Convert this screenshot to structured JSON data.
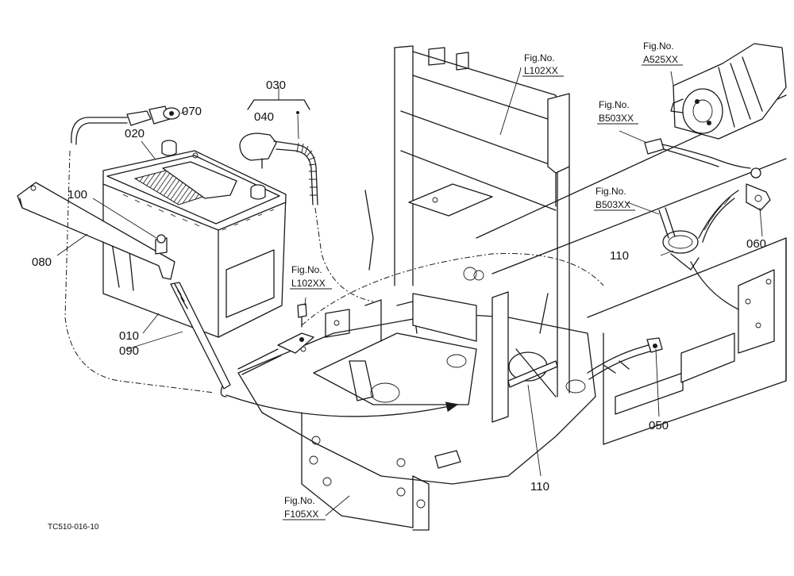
{
  "part_labels": {
    "p010": "010",
    "p020": "020",
    "p030": "030",
    "p040": "040",
    "p050": "050",
    "p060": "060",
    "p070": "070",
    "p080": "080",
    "p090": "090",
    "p100": "100",
    "p110a": "110",
    "p110b": "110"
  },
  "figure_refs": {
    "l102_top": {
      "line1": "Fig.No.",
      "line2": "L102XX"
    },
    "l102_mid": {
      "line1": "Fig.No.",
      "line2": "L102XX"
    },
    "a525": {
      "line1": "Fig.No.",
      "line2": "A525XX"
    },
    "b503_top": {
      "line1": "Fig.No.",
      "line2": "B503XX"
    },
    "b503_mid": {
      "line1": "Fig.No.",
      "line2": "B503XX"
    },
    "f105": {
      "line1": "Fig.No.",
      "line2": "F105XX"
    }
  },
  "drawing_code": "TC510-016-10",
  "colors": {
    "line": "#1a1a1a",
    "background": "#ffffff"
  }
}
